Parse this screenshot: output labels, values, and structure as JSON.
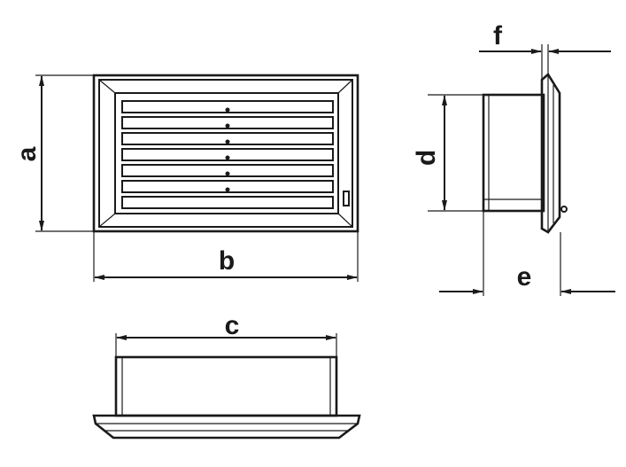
{
  "dimension_labels": {
    "a": "a",
    "b": "b",
    "c": "c",
    "d": "d",
    "e": "e",
    "f": "f"
  },
  "views": [
    "front-view",
    "side-view",
    "bottom-view"
  ],
  "colors": {
    "line": "#1a1a1a",
    "background": "#ffffff"
  }
}
